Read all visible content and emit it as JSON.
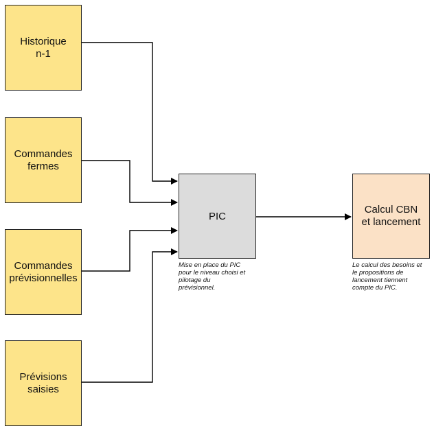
{
  "boxes": {
    "historique": "Historique\nn-1",
    "commandes_fermes": "Commandes\nfermes",
    "commandes_previsionnelles": "Commandes\nprévisionnelles",
    "previsions_saisies": "Prévisions\nsaisies",
    "pic": "PIC",
    "cbn": "Calcul CBN\net lancement"
  },
  "notes": {
    "pic": "Mise en place du PIC\npour le niveau choisi et\npilotage du\nprévisionnel.",
    "cbn": "Le calcul des besoins et\nle propositions de\nlancement tiennent\ncompte du PIC."
  },
  "colors": {
    "input_fill": "#fde48a",
    "pic_fill": "#dcdcdc",
    "cbn_fill": "#fbe1c6",
    "line": "#000000"
  }
}
